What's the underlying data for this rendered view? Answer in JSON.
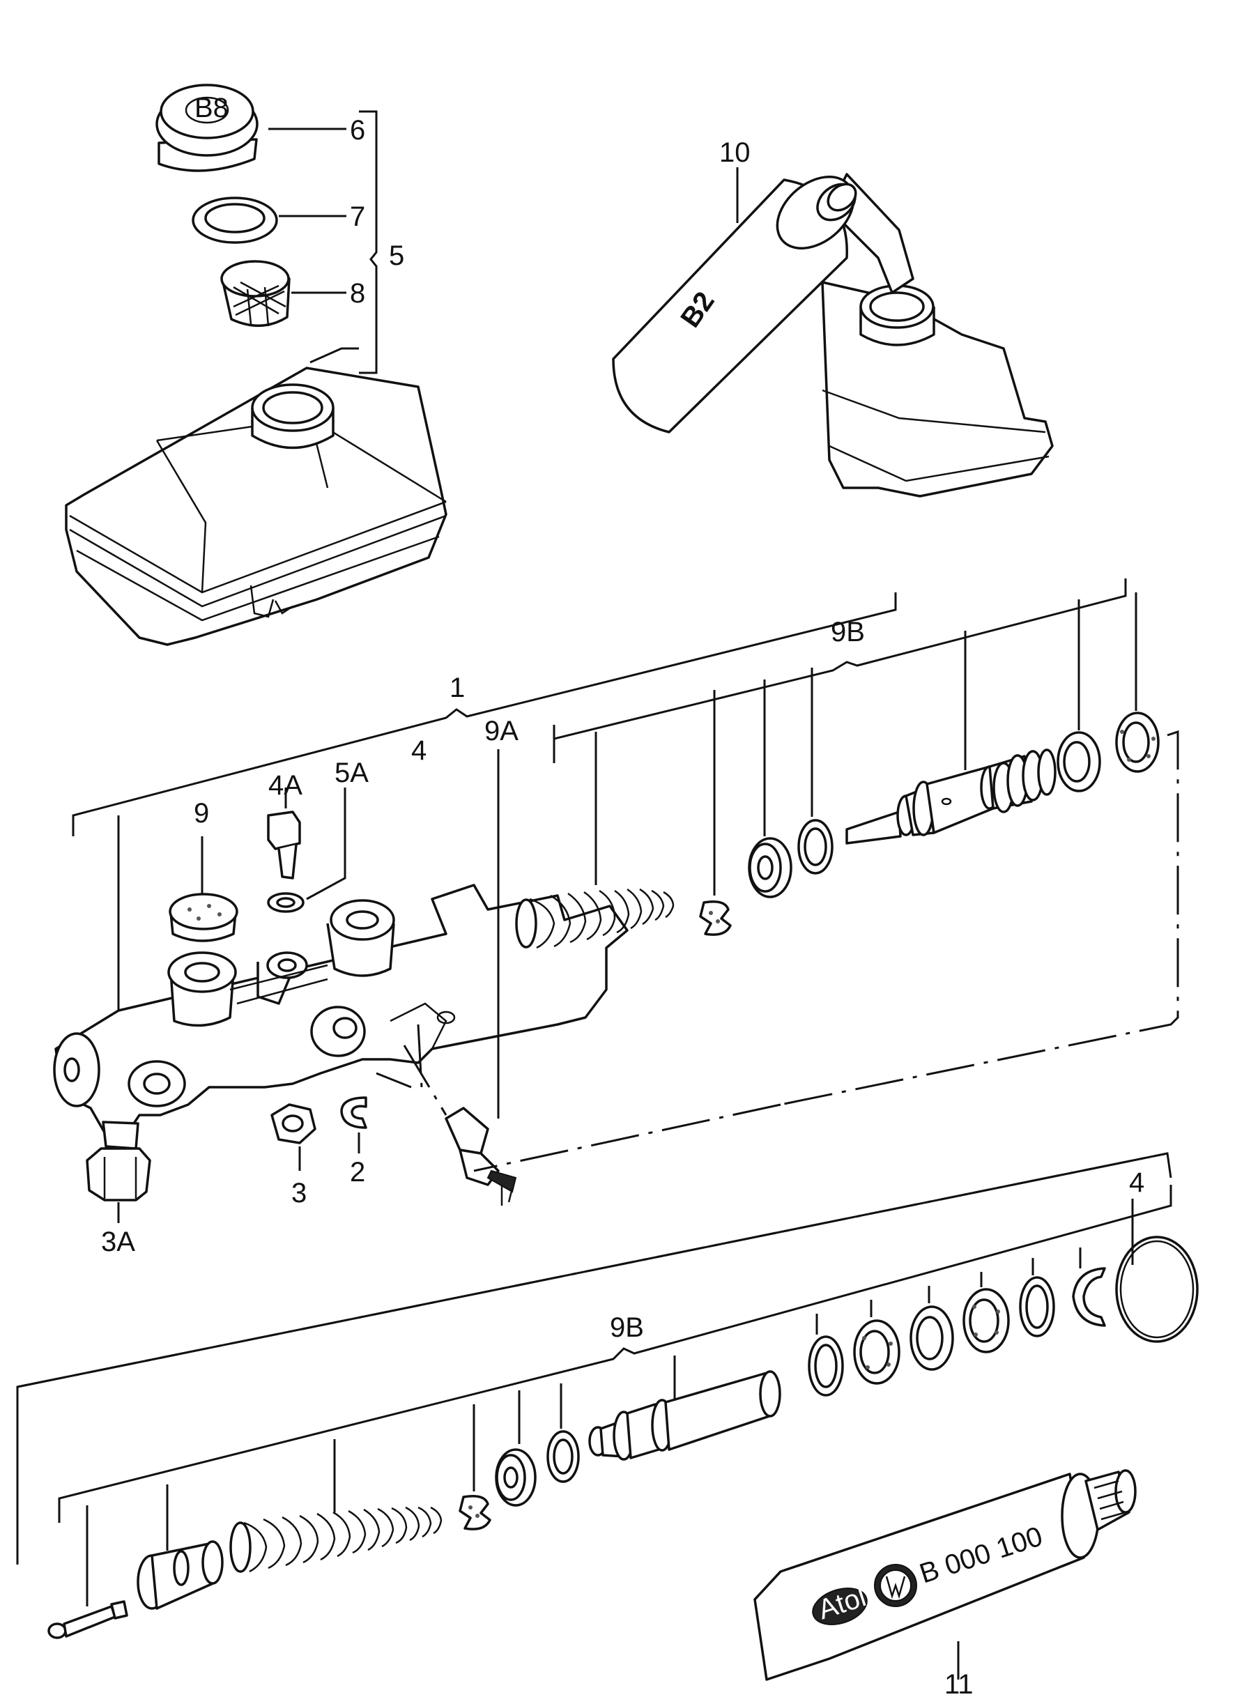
{
  "callouts": {
    "c1": "1",
    "c2": "2",
    "c3": "3",
    "c3A": "3A",
    "c4a": "4",
    "c4b": "4",
    "c4A": "4A",
    "c5": "5",
    "c5A": "5A",
    "c6": "6",
    "c7": "7",
    "c8": "8",
    "c9": "9",
    "c9A": "9A",
    "c9Ba": "9B",
    "c9Bb": "9B",
    "c10": "10",
    "c11": "11"
  },
  "printed": {
    "cap_mark": "B8",
    "bottle_mark": "B2",
    "tube_code": "B 000 100",
    "tube_logo": "Atol"
  }
}
